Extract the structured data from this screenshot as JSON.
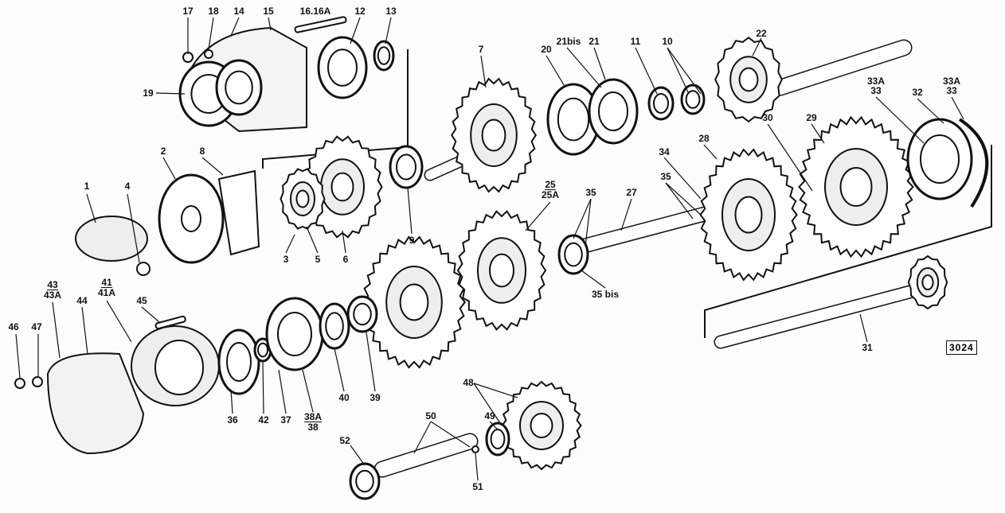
{
  "diagram": {
    "reference": "3024",
    "labels": {
      "l17": "17",
      "l18": "18",
      "l14": "14",
      "l15": "15",
      "l16": "16.16A",
      "l12": "12",
      "l13": "13",
      "l19": "19",
      "l7": "7",
      "l20": "20",
      "l21bis": "21bis",
      "l21": "21",
      "l11": "11",
      "l10": "10",
      "l22": "22",
      "l33a_1": "33A",
      "l33_1": "33",
      "l32": "32",
      "l33a_2": "33A",
      "l33_2": "33",
      "l30": "30",
      "l29": "29",
      "l28": "28",
      "l34": "34",
      "l2": "2",
      "l8": "8",
      "l1": "1",
      "l4": "4",
      "l3": "3",
      "l5": "5",
      "l6": "6",
      "l9": "9",
      "l25": "25",
      "l25a": "25A",
      "l35a": "35",
      "l27": "27",
      "l35b": "35",
      "l35bis": "35 bis",
      "l31": "31",
      "l43": "43",
      "l43a": "43A",
      "l41": "41",
      "l41a": "41A",
      "l44": "44",
      "l45": "45",
      "l46": "46",
      "l47": "47",
      "l36": "36",
      "l42": "42",
      "l37": "37",
      "l38a": "38A",
      "l38": "38",
      "l40": "40",
      "l39": "39",
      "l48": "48",
      "l50": "50",
      "l49": "49",
      "l51": "51",
      "l52": "52"
    }
  }
}
